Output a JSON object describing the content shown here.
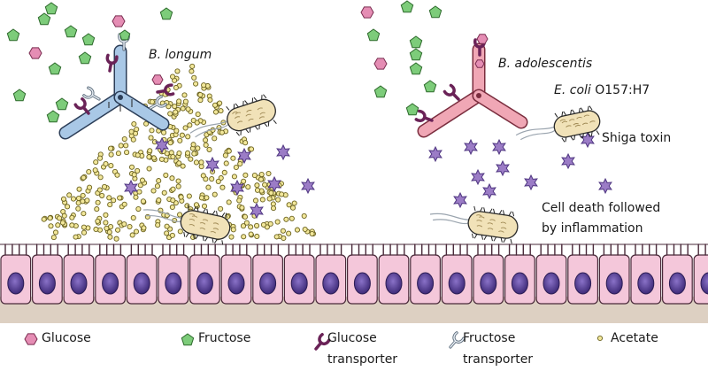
{
  "labels": {
    "b_longum": "B. longum",
    "b_adolescentis": "B. adolescentis",
    "ecoli_italic": "E. coli",
    "ecoli_strain": " O157:H7",
    "shiga": "Shiga toxin",
    "cell_death_line1": "Cell death followed",
    "cell_death_line2": "by inflammation"
  },
  "legend": {
    "glucose": "Glucose",
    "fructose": "Fructose",
    "glucose_transporter_1": "Glucose",
    "glucose_transporter_2": "transporter",
    "fructose_transporter_1": "Fructose",
    "fructose_transporter_2": "transporter",
    "acetate": "Acetate"
  },
  "colors": {
    "glucose": "#e58db4",
    "fructose": "#7dcc7a",
    "acetate": "#f2e79a",
    "toxin": "#9b7cc6",
    "blue_bacterium": "#a9c8e6",
    "pink_bacterium": "#f0a7b5",
    "epithelium": "#f4c7da",
    "nucleus": "#5a3f96",
    "lamina": "#ddd0c2"
  }
}
